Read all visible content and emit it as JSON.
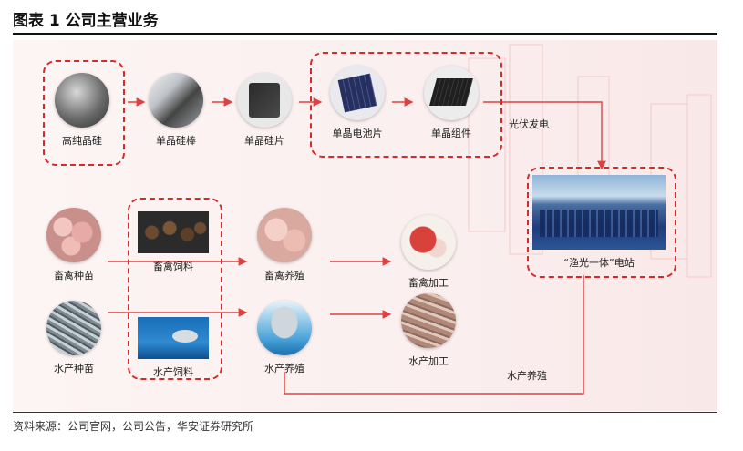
{
  "figure_title": "图表 1 公司主营业务",
  "source_note": "资料来源：公司官网，公司公告，华安证券研究所",
  "pv_chain": {
    "nodes": [
      "高纯晶硅",
      "单晶硅棒",
      "单晶硅片",
      "单晶电池片",
      "单晶组件"
    ],
    "output_label": "光伏发电"
  },
  "station": {
    "label": "“渔光一体”电站"
  },
  "livestock_row": {
    "seed": "畜禽种苗",
    "feed": "畜禽饲料",
    "farming": "畜禽养殖",
    "processing": "畜禽加工"
  },
  "aqua_row": {
    "seed": "水产种苗",
    "feed": "水产饲料",
    "farming": "水产养殖",
    "processing": "水产加工",
    "link_label": "水产养殖"
  },
  "colors": {
    "accent_red": "#d72b2b",
    "arrow_red": "#e04040"
  }
}
